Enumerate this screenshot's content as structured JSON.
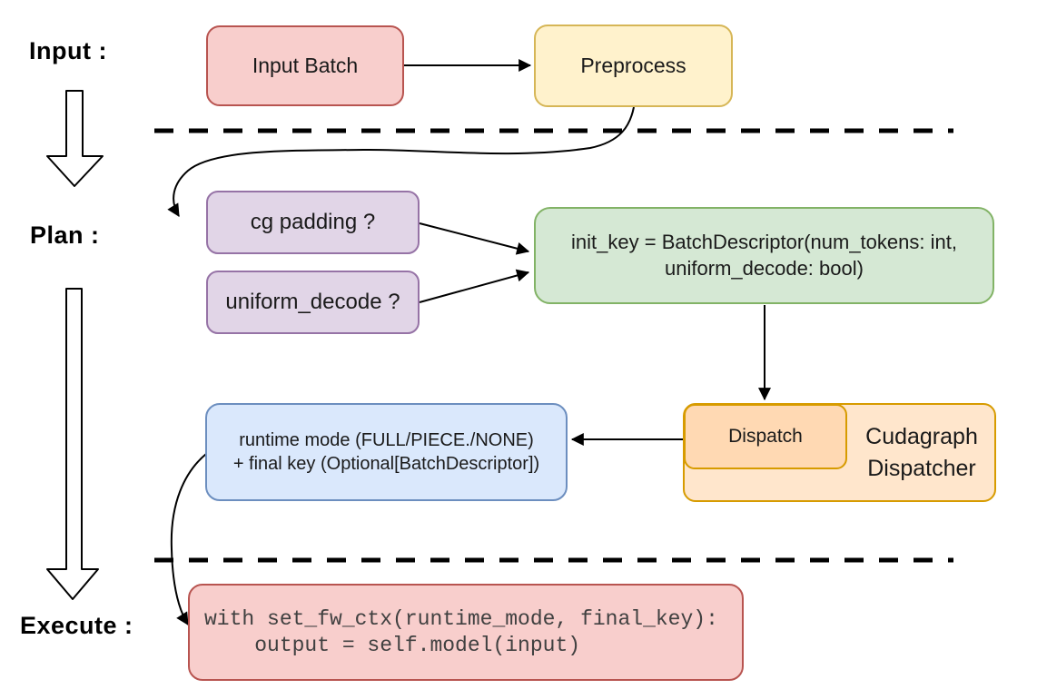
{
  "diagram": {
    "stages": [
      {
        "id": "input",
        "label": "Input :"
      },
      {
        "id": "plan",
        "label": "Plan :"
      },
      {
        "id": "execute",
        "label": "Execute :"
      }
    ],
    "nodes": {
      "input_batch": {
        "label": "Input Batch",
        "color": "red"
      },
      "preprocess": {
        "label": "Preprocess",
        "color": "yellow"
      },
      "cg_padding": {
        "label": "cg padding ?",
        "color": "purple"
      },
      "uniform_decode": {
        "label": "uniform_decode ?",
        "color": "purple"
      },
      "init_key": {
        "line1": "init_key = BatchDescriptor(num_tokens: int,",
        "line2": "uniform_decode: bool)",
        "color": "green"
      },
      "runtime_mode": {
        "line1": "runtime mode (FULL/PIECE./NONE)",
        "line2": "+ final key (Optional[BatchDescriptor])",
        "color": "blue"
      },
      "dispatch": {
        "label": "Dispatch",
        "color": "orange_inner"
      },
      "cudagraph_dispatcher": {
        "line1": "Cudagraph",
        "line2": "Dispatcher",
        "color": "orange"
      },
      "execute_code": {
        "line1": "with set_fw_ctx(runtime_mode, final_key):",
        "line2": "    output = self.model(input)",
        "color": "red"
      }
    },
    "edges": [
      {
        "id": "input-batch-to-preprocess",
        "type": "straight-arrow"
      },
      {
        "id": "preprocess-to-cg-padding",
        "type": "curved-arrow"
      },
      {
        "id": "cg-padding-to-init-key",
        "type": "straight-arrow"
      },
      {
        "id": "uniform-decode-to-init-key",
        "type": "straight-arrow"
      },
      {
        "id": "init-key-to-dispatch",
        "type": "straight-arrow"
      },
      {
        "id": "dispatch-to-runtime-mode",
        "type": "straight-arrow"
      },
      {
        "id": "runtime-mode-to-execute-code",
        "type": "curved-arrow"
      },
      {
        "id": "input-stage-arrow",
        "type": "hollow-down-arrow"
      },
      {
        "id": "plan-stage-arrow",
        "type": "hollow-down-arrow"
      }
    ],
    "dividers": [
      {
        "id": "top-divider",
        "style": "dashed"
      },
      {
        "id": "bottom-divider",
        "style": "dashed"
      }
    ],
    "palette": {
      "red": {
        "fill": "#f8cecc",
        "stroke": "#b85450"
      },
      "yellow": {
        "fill": "#fff2cc",
        "stroke": "#d6b656"
      },
      "purple": {
        "fill": "#e1d5e7",
        "stroke": "#9673a6"
      },
      "green": {
        "fill": "#d5e8d4",
        "stroke": "#82b366"
      },
      "blue": {
        "fill": "#dae8fc",
        "stroke": "#6c8ebf"
      },
      "orange": {
        "fill": "#ffe6cc",
        "stroke": "#d79b00"
      },
      "orange_inner": {
        "fill": "#ffd9b3",
        "stroke": "#d79b00"
      },
      "line": {
        "fill": "#000000",
        "stroke": "#000000"
      }
    }
  }
}
